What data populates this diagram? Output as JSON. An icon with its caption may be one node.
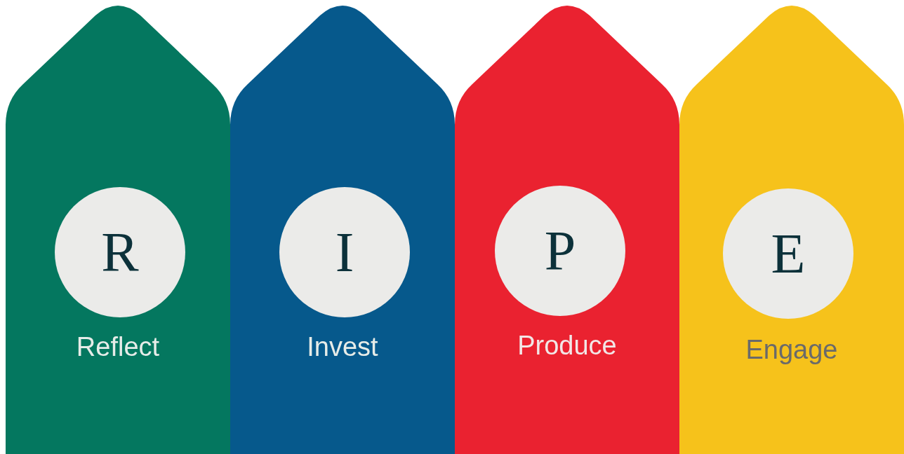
{
  "diagram": {
    "nodes": [
      {
        "text": [
          "Reflect"
        ]
      },
      {
        "text": [
          "R"
        ],
        "in": 0
      },
      {
        "text": [
          "Invest"
        ]
      },
      {
        "text": [
          "I"
        ],
        "in": 2
      },
      {
        "text": [
          "Produce"
        ]
      },
      {
        "text": [
          "P"
        ],
        "in": 4
      },
      {
        "text": [
          "Engage"
        ]
      },
      {
        "text": [
          "E"
        ],
        "in": 6
      }
    ]
  }
}
